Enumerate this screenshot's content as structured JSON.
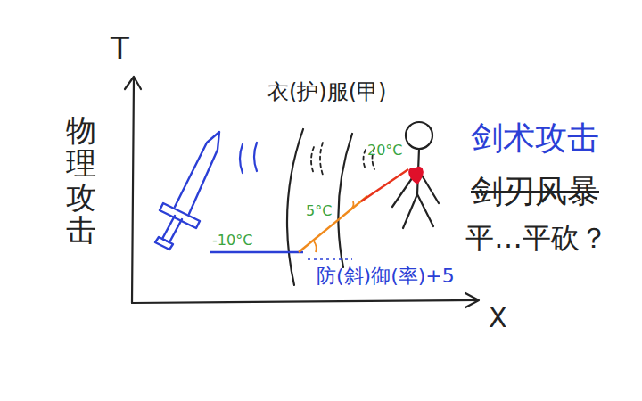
{
  "diagram": {
    "labels": [
      "T",
      "物理攻击",
      "X",
      "衣(护)服(甲)",
      "-10°C",
      "5°C",
      "20°C",
      "防(斜)御(率)+5",
      "剑术攻击",
      "剑刃风暴",
      "平…平砍？"
    ]
  }
}
